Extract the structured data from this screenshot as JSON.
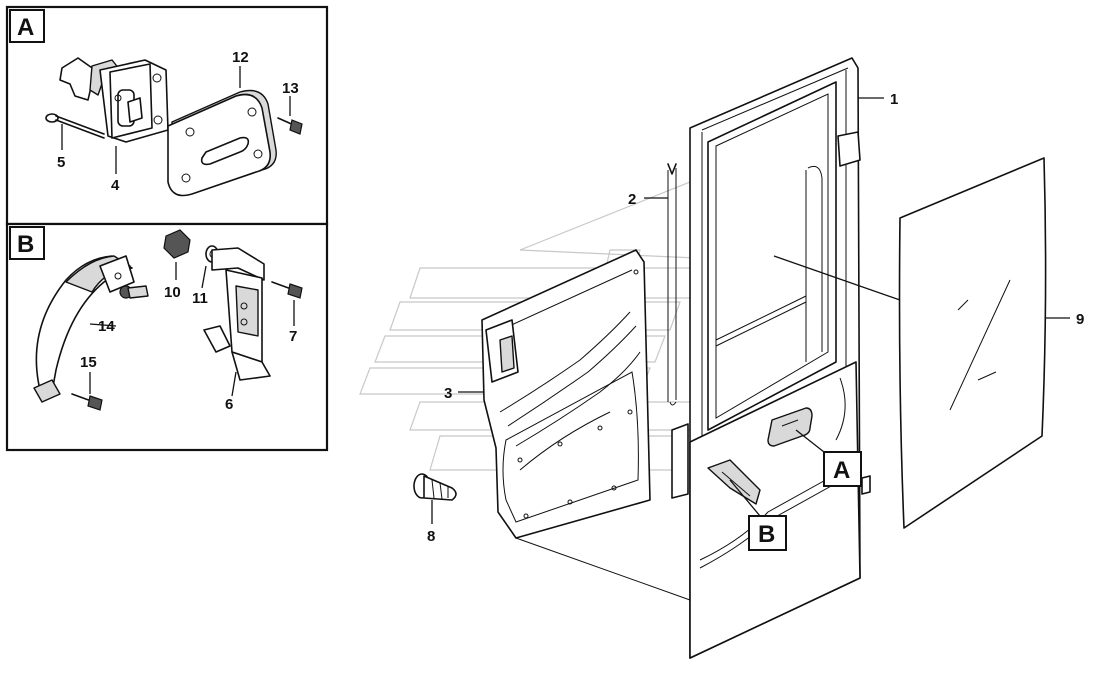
{
  "detail_a": {
    "label": "A"
  },
  "detail_b": {
    "label": "B"
  },
  "door_callouts": {
    "a": "A",
    "b": "B"
  },
  "callouts": {
    "n1": "1",
    "n2": "2",
    "n3": "3",
    "n4": "4",
    "n5": "5",
    "n6": "6",
    "n7": "7",
    "n8": "8",
    "n9": "9",
    "n10": "10",
    "n11": "11",
    "n12": "12",
    "n13": "13",
    "n14": "14",
    "n15": "15"
  }
}
